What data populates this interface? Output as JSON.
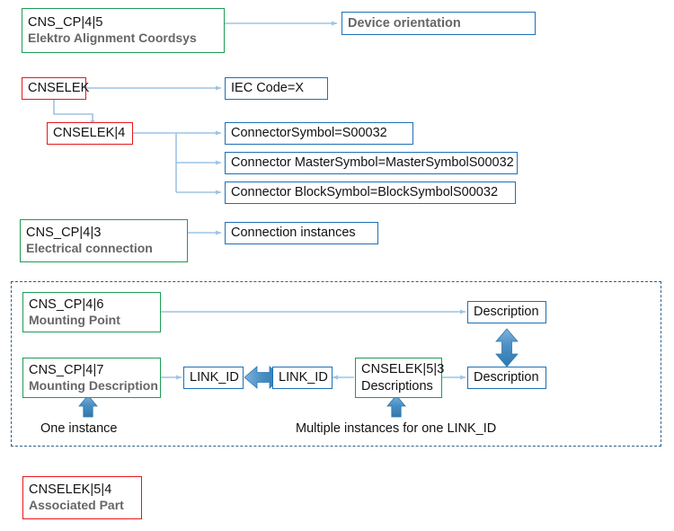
{
  "diagram": {
    "title": "CNS_CP / CNSELEK structure diagram",
    "colors": {
      "green_border": "#1e9b55",
      "red_border": "#e8171a",
      "blue_border": "#1f6fb5",
      "wire": "#9dc3e6",
      "block_arrow": "#4a90c4",
      "dashed_group": "#2e5f86",
      "gray_text": "#666666",
      "black_text": "#111111"
    },
    "nodes": {
      "alignment_coordsys": {
        "title": "CNS_CP|4|5",
        "subtitle": "Elektro Alignment Coordsys"
      },
      "device_orientation": {
        "label": "Device orientation"
      },
      "cnselek": {
        "label": "CNSELEK"
      },
      "iec_code": {
        "label": "IEC Code=X"
      },
      "cnselek_4": {
        "label": "CNSELEK|4"
      },
      "connector_symbol": {
        "label": "ConnectorSymbol=S00032"
      },
      "connector_master_symbol": {
        "label": "Connector MasterSymbol=MasterSymbolS00032"
      },
      "connector_block_symbol": {
        "label": "Connector BlockSymbol=BlockSymbolS00032"
      },
      "electrical_connection": {
        "title": "CNS_CP|4|3",
        "subtitle": "Electrical connection"
      },
      "connection_instances": {
        "label": "Connection instances"
      },
      "mounting_point": {
        "title": "CNS_CP|4|6",
        "subtitle": "Mounting Point"
      },
      "mounting_description": {
        "title": "CNS_CP|4|7",
        "subtitle": "Mounting Description"
      },
      "link_id_left": {
        "label": "LINK_ID"
      },
      "link_id_right": {
        "label": "LINK_ID"
      },
      "descriptions": {
        "title": "CNSELEK|5|3",
        "subtitle": "Descriptions"
      },
      "description_top": {
        "label": "Description"
      },
      "description_bottom": {
        "label": "Description"
      },
      "associated_part": {
        "title": "CNSELEK|5|4",
        "subtitle": "Associated Part"
      }
    },
    "captions": {
      "one_instance": "One instance",
      "multiple_instances": "Multiple instances for one LINK_ID"
    }
  }
}
